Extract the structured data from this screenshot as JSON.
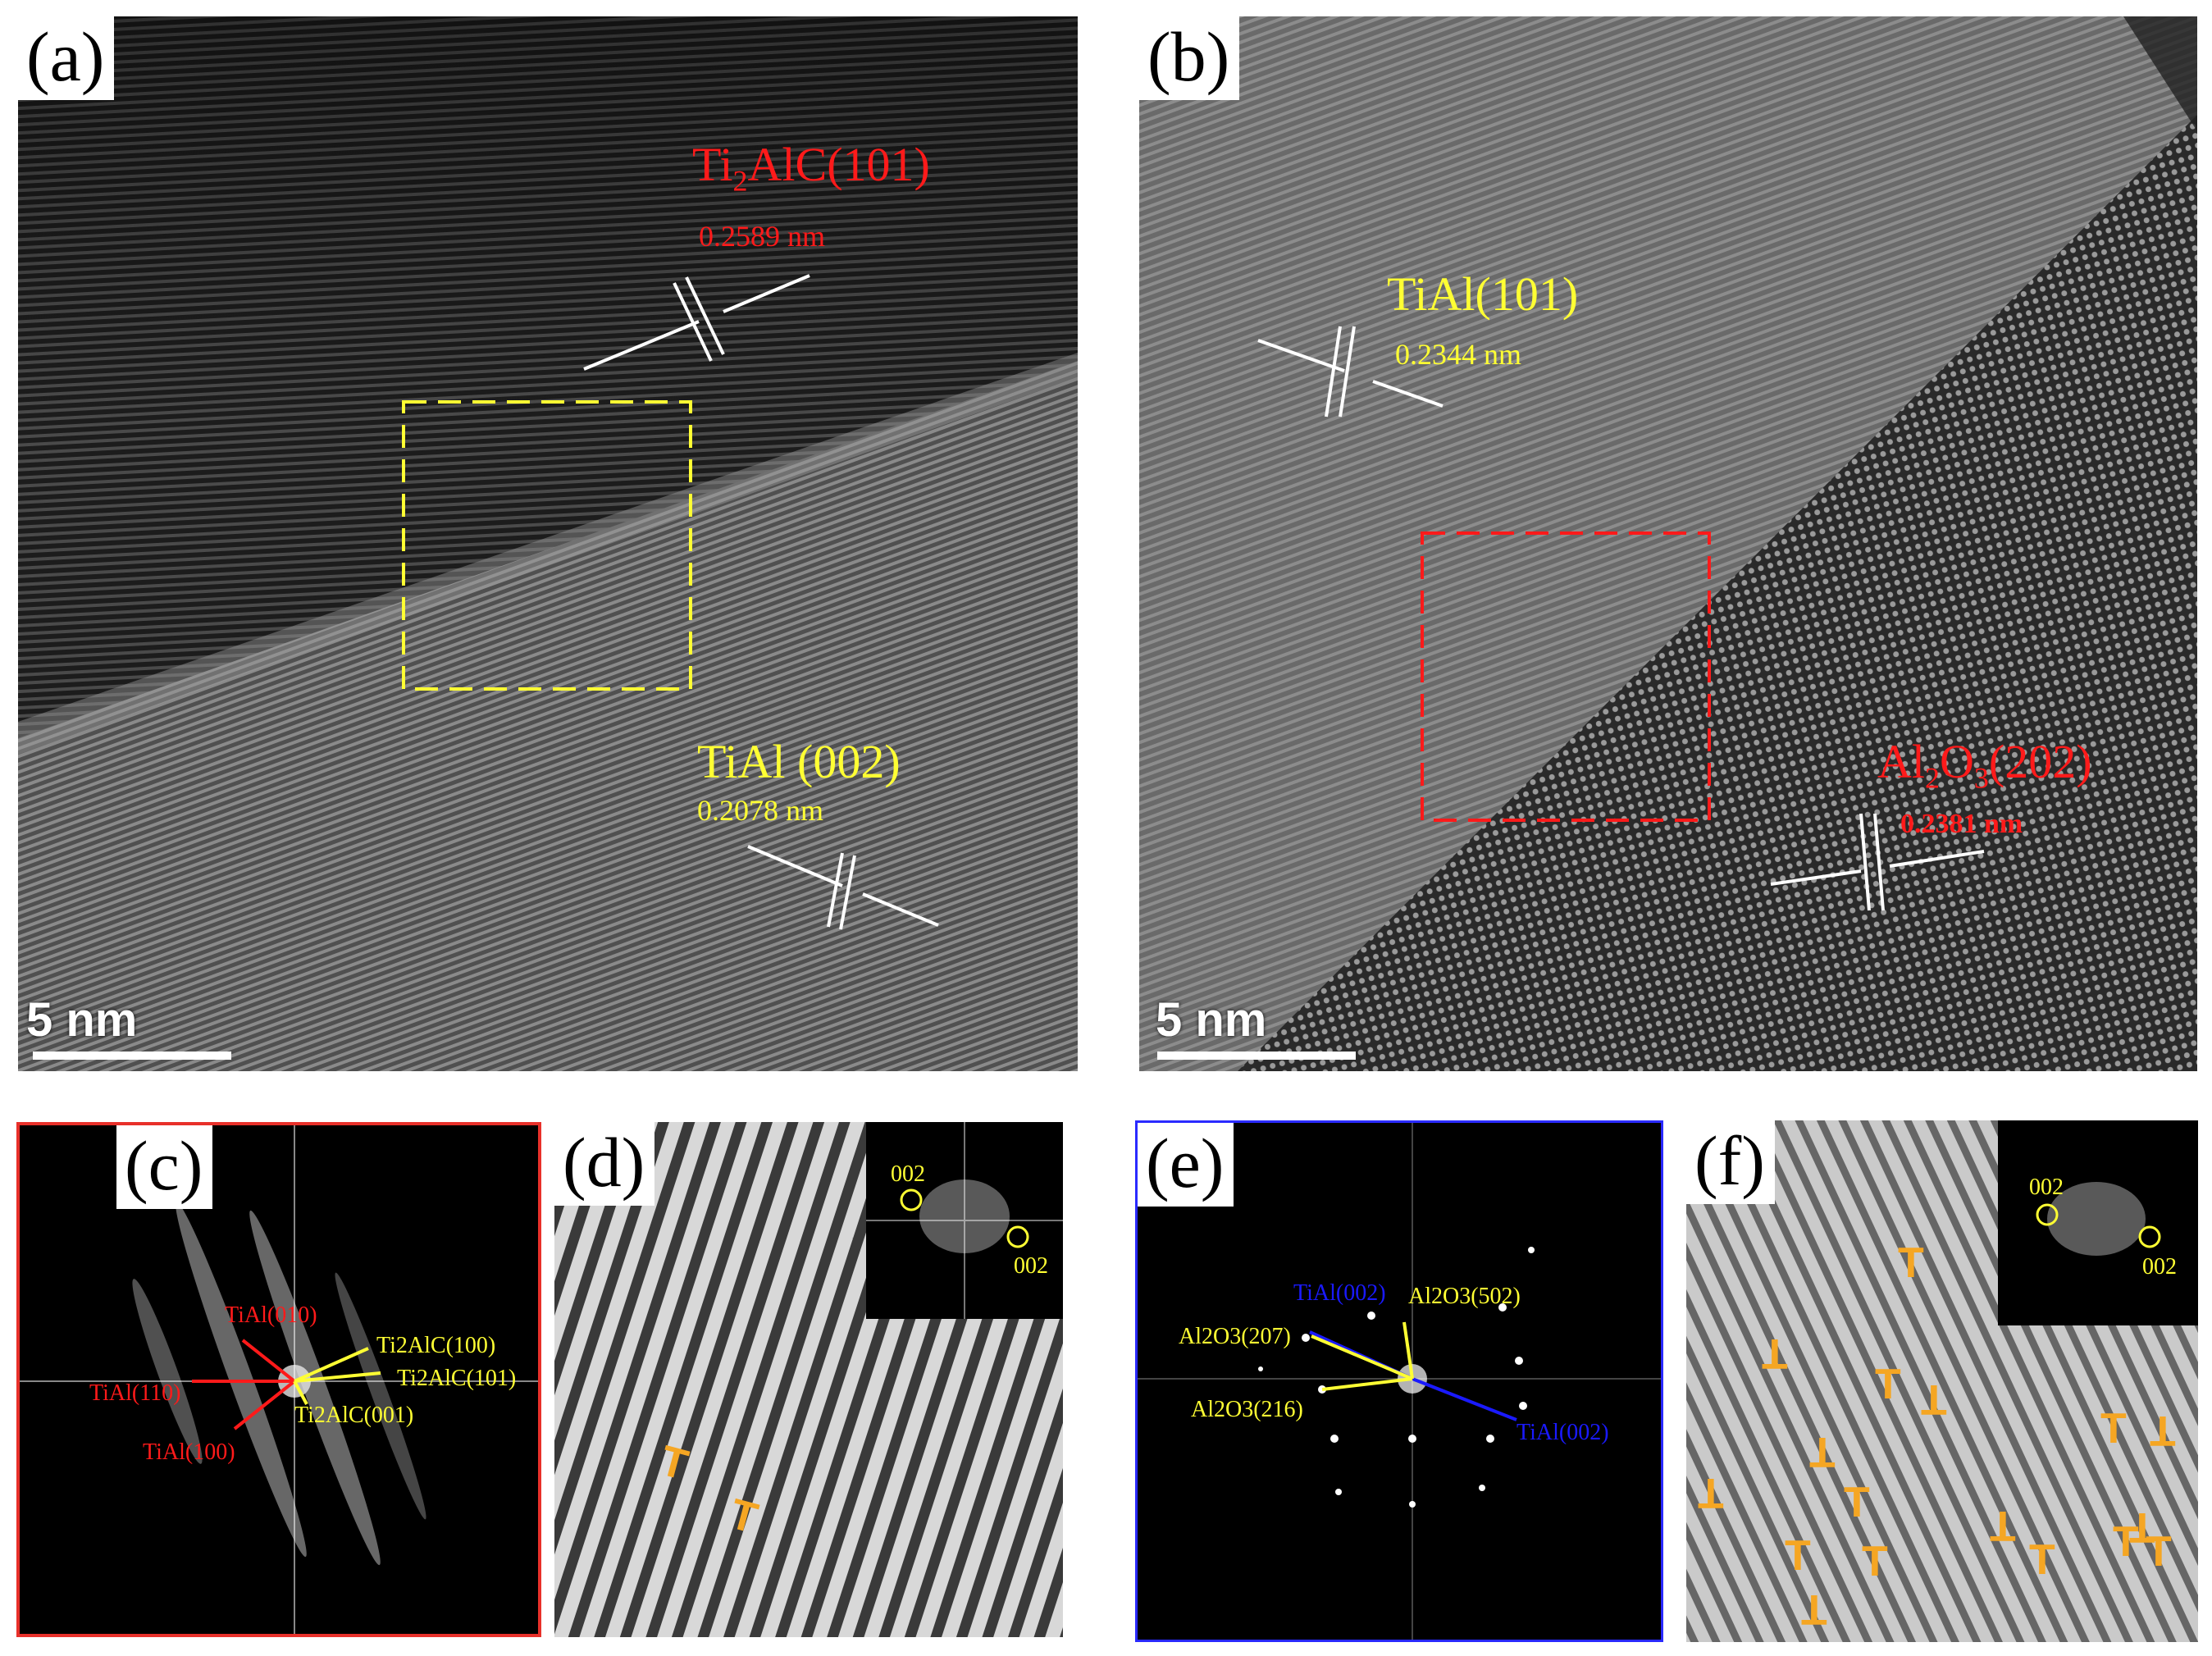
{
  "colors": {
    "yellow": "#ffff33",
    "red": "#ff1a1a",
    "blue": "#1a1aff",
    "orange": "#f5a623",
    "white": "#ffffff"
  },
  "panel_a": {
    "label": "(a)",
    "plane_top": {
      "formula": "Ti",
      "sub": "2",
      "rest": "AlC(101)"
    },
    "spacing_top": "0.2589 nm",
    "plane_bottom": "TiAl (002)",
    "spacing_bottom": "0.2078 nm",
    "scale_bar": "5 nm"
  },
  "panel_b": {
    "label": "(b)",
    "plane_top": "TiAl(101)",
    "spacing_top": "0.2344 nm",
    "plane_bottom": {
      "formula": "Al",
      "sub1": "2",
      "mid": "O",
      "sub2": "3",
      "rest": "(202)"
    },
    "spacing_bottom": "0.2381 nm",
    "scale_bar": "5 nm"
  },
  "panel_c": {
    "label": "(c)",
    "red_labels": [
      "TiAl(010)",
      "TiAl(110)",
      "TiAl(100)"
    ],
    "yellow_labels": [
      "Ti2AlC(100)",
      "Ti2AlC(101)",
      "Ti2AlC(001)"
    ]
  },
  "panel_d": {
    "label": "(d)",
    "inset_labels": [
      "002",
      "002"
    ],
    "dislocation_symbols": [
      "T",
      "T"
    ]
  },
  "panel_e": {
    "label": "(e)",
    "blue_labels": [
      "TiAl(002)",
      "TiAl(002)"
    ],
    "yellow_labels": [
      "Al2O3(502)",
      "Al2O3(207)",
      "Al2O3(216)"
    ]
  },
  "panel_f": {
    "label": "(f)",
    "inset_labels": [
      "002",
      "002"
    ],
    "dislocation_symbols": [
      "T",
      "T",
      "T",
      "T",
      "T",
      "T",
      "T",
      "T",
      "T",
      "T",
      "T",
      "T",
      "T",
      "T",
      "T",
      "T",
      "T",
      "T",
      "T",
      "T",
      "T"
    ]
  }
}
